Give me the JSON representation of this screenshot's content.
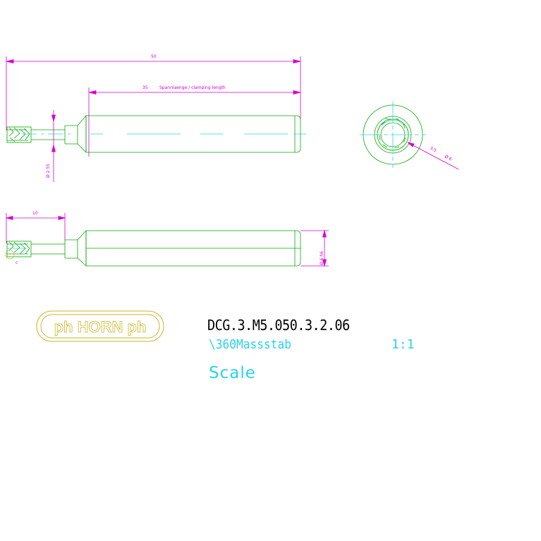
{
  "dimensions": {
    "overall_length": "50",
    "clamping_length": "35",
    "clamping_caption": "Spannlaenge / clamping length",
    "neck_diameter": "Ø 2.55",
    "end_view_1": "3.5",
    "end_view_2": "Ø 6",
    "cutting_length": "10",
    "shank_diameter": "Ø 6 h6",
    "edge_mark": "c"
  },
  "logo": {
    "text": "ph HORN ph"
  },
  "title_block": {
    "part_code": "DCG.3.M5.050.3.2.06",
    "scale_label": "\\360Massstab",
    "scale_value": "1:1",
    "scale_label_en": "Scale"
  },
  "colors": {
    "dimension": "#d400d4",
    "outline": "#0aa80a",
    "centerline": "#29d4e6",
    "logo": "#c9b62a",
    "text": "#000000"
  }
}
